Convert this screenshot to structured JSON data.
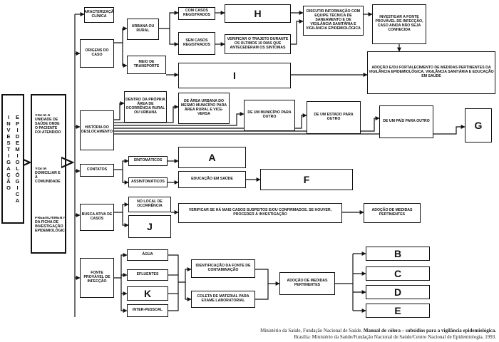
{
  "nodes": {
    "investigacao": "INVESTIGAÇÃO",
    "epidemiologica": "EPIDEMIOLÓGICA",
    "visita_unidade": "VISITA À UNIDADE DE SAÚDE ONDE O PACIENTE FOI ATENDIDO",
    "visita_domiciliar": "VISITA DOMICILIAR E À COMUNIDADE",
    "preenchimento": "PREENCHIMENTO DA FICHA DE INVESTIGAÇÃO EPIDEMIOLÓGICA",
    "caracterizacao": "CARACTERIZAÇÃO CLÍNICA",
    "origens": "ORIGENS DO CASO",
    "urbana_rural": "URBANA OU RURAL",
    "meio_transporte": "MEIO DE TRANSPORTE",
    "com_casos": "COM CASOS REGISTRADOS",
    "sem_casos": "SEM CASOS REGISTRADOS",
    "h": "H",
    "verificar_trajeto": "VERIFICAR O TRAJETO DURANTE OS ÚLTIMOS 10 DIAS QUE ANTECEDERAM OS SINTOMAS",
    "discutir": "DISCUTIR INFORMAÇÃO COM EQUIPE TÉCNICA DE SANEAMENTO E DE VIGILÂNCIA SANITÁRIA E VIGILÂNCIA EPIDEMIOLÓGICA",
    "investigar_fonte": "INVESTIGAR A FONTE PROVÁVEL DE INFECÇÃO, CASO AINDA NÃO SEJA CONHECIDA",
    "i": "I",
    "adocao_fortalecimento": "ADOÇÃO E/OU FORTALECIMENTO DE MEDIDAS PERTINENTES DA VIGILÂNCIA EPIDEMIOLÓGICA, VIGILÂNCIA SANITÁRIA E EDUCAÇÃO EM SAÚDE",
    "historia_deslocamento": "HISTÓRIA DO DESLOCAMENTO",
    "dentro_area": "DENTRO DA PRÓPRIA ÁREA DE OCORRÊNCIA RURAL OU URBANA",
    "de_area_urbana": "DE ÁREA URBANA DO MESMO MUNICÍPIO PARA ÁREA RURAL E VICE-VERSA",
    "de_municipio": "DE UM MUNICÍPIO PARA OUTRO",
    "de_estado": "DE UM ESTADO PARA OUTRO",
    "de_pais": "DE UM PAÍS PARA OUTRO",
    "g": "G",
    "contatos": "CONTATOS",
    "sintomaticos": "SINTOMÁTICOS",
    "a": "A",
    "assintomaticos": "ASSINTOMÁTICOS",
    "educacao_saude": "EDUCAÇÃO EM SAÚDE",
    "f": "F",
    "busca_ativa": "BUSCA ATIVA DE CASOS",
    "no_local": "NO LOCAL DE OCORRÊNCIA",
    "j": "J",
    "verificar_casos": "VERIFICAR SE HÁ MAIS CASOS SUSPEITOS E/OU CONFIRMADOS. SE HOUVER, PROCEDER À INVESTIGAÇÃO",
    "adocao_medidas_1": "ADOÇÃO DE MEDIDAS PERTINENTES",
    "fonte_provavel": "FONTE PROVÁVEL DE INFECÇÃO",
    "agua": "ÁGUA",
    "efluentes": "EFLUENTES",
    "k": "K",
    "interpessoal": "INTER-PESSOAL",
    "identificacao_fonte": "IDENTIFICAÇÃO DA FONTE DE CONTAMINAÇÃO",
    "coleta_material": "COLETA DE MATERIAL PARA EXAME LABORATORIAL",
    "adocao_medidas_2": "ADOÇÃO DE MEDIDAS PERTINENTES",
    "b": "B",
    "c": "C",
    "d": "D",
    "e": "E"
  },
  "caption": {
    "line1_prefix": "Ministério da Saúde, Fundação Nacional de Saúde. ",
    "line1_title": "Manual de cólera – subsídios para a vigilância epidemiológica.",
    "line2": "Brasília: Ministério da Saúde/Fundação Nacional de Saúde/Centro Nacional de Epidemiologia, 1993."
  }
}
